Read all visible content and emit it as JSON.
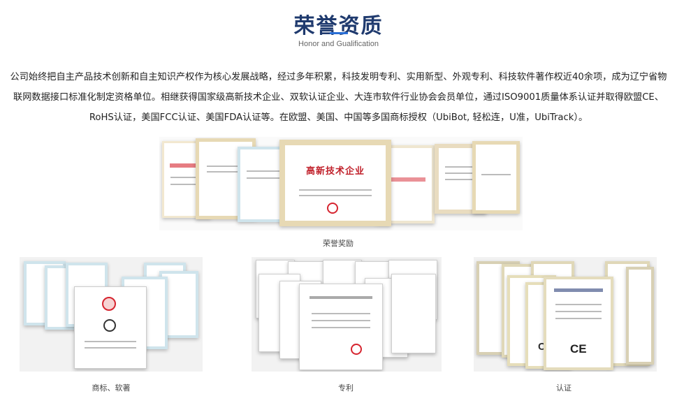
{
  "header": {
    "title": "荣誉资质",
    "subtitle": "Honor and Gualification"
  },
  "intro": {
    "text": "公司始终把自主产品技术创新和自主知识产权作为核心发展战略，经过多年积累，科技发明专利、实用新型、外观专利、科技软件著作权近40余项，成为辽宁省物联网数据接口标准化制定资格单位。相继获得国家级高新技术企业、双软认证企业、大连市软件行业协会会员单位，通过ISO9001质量体系认证并取得欧盟CE、RoHS认证，美国FCC认证、美国FDA认证等。在欧盟、美国、中国等多国商标授权（UbiBot, 轻松连，U准，UbiTrack）。"
  },
  "sections": {
    "honors": {
      "caption": "荣誉奖励",
      "featured_cert_title": "高新技术企业"
    },
    "trademarks": {
      "caption": "商标、软著"
    },
    "patents": {
      "caption": "专利"
    },
    "certifications": {
      "caption": "认证"
    }
  },
  "colors": {
    "title": "#1f3a6e",
    "accent": "#2a6fd6",
    "seal_red": "#d6242f",
    "gold_border": "#e7d9b4"
  }
}
